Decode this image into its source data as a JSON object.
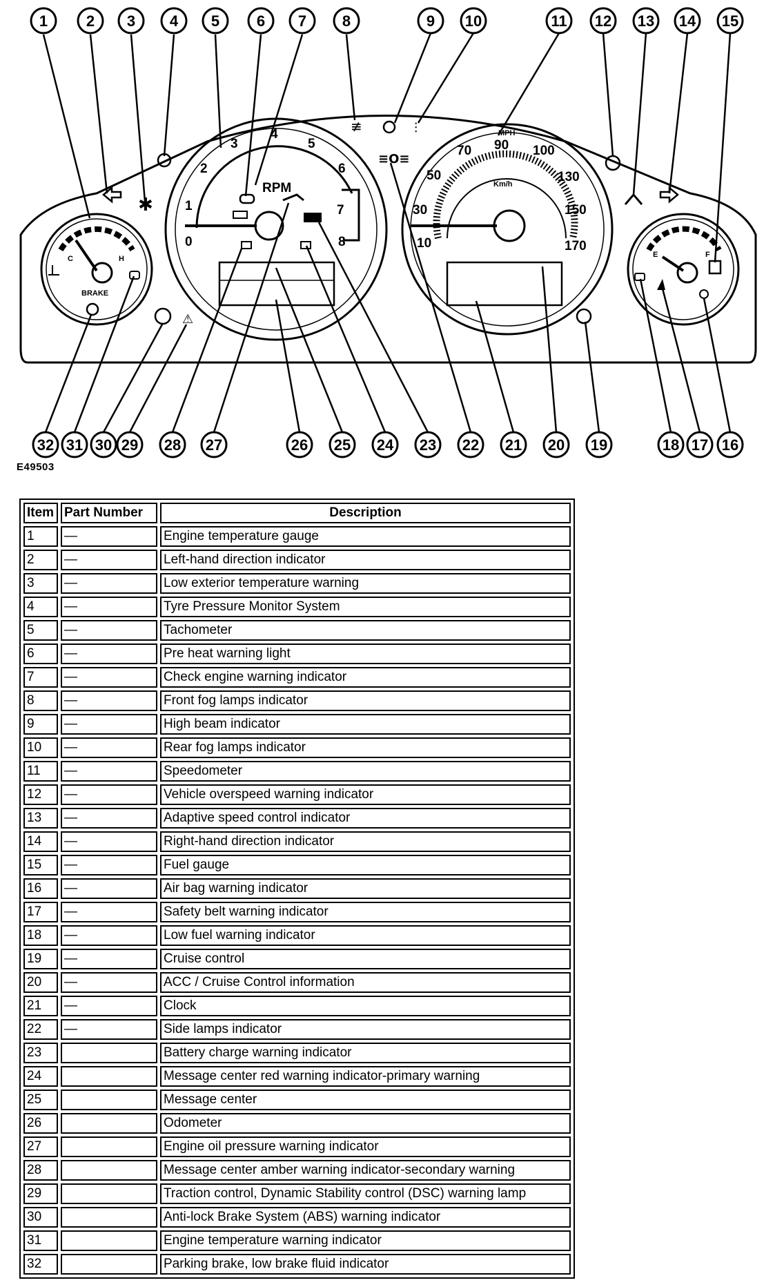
{
  "figure": {
    "code": "E49503",
    "callouts_top": [
      "1",
      "2",
      "3",
      "4",
      "5",
      "6",
      "7",
      "8",
      "9",
      "10",
      "11",
      "12",
      "13",
      "14",
      "15"
    ],
    "callouts_bottom": [
      "32",
      "31",
      "30",
      "29",
      "28",
      "27",
      "26",
      "25",
      "24",
      "23",
      "22",
      "21",
      "20",
      "19",
      "18",
      "17",
      "16"
    ],
    "tacho": {
      "unit": "RPM",
      "scale": [
        "0",
        "1",
        "2",
        "3",
        "4",
        "5",
        "6",
        "7",
        "8"
      ]
    },
    "speedo": {
      "unit_mph": "MPH",
      "unit_kmh": "Km/h",
      "scale": [
        "10",
        "30",
        "50",
        "70",
        "90",
        "100",
        "130",
        "150",
        "170"
      ]
    },
    "temp_gauge": {
      "cold": "C",
      "hot": "H",
      "brake_label": "BRAKE"
    },
    "fuel_gauge": {
      "empty": "E",
      "full": "F"
    }
  },
  "table": {
    "headers": {
      "item": "Item",
      "part": "Part Number",
      "desc": "Description"
    },
    "rows": [
      {
        "item": "1",
        "part": "—",
        "desc": "Engine temperature gauge"
      },
      {
        "item": "2",
        "part": "—",
        "desc": "Left-hand direction indicator"
      },
      {
        "item": "3",
        "part": "—",
        "desc": "Low exterior temperature warning"
      },
      {
        "item": "4",
        "part": "—",
        "desc": "Tyre Pressure Monitor System"
      },
      {
        "item": "5",
        "part": "—",
        "desc": "Tachometer"
      },
      {
        "item": "6",
        "part": "—",
        "desc": "Pre heat warning light"
      },
      {
        "item": "7",
        "part": "—",
        "desc": "Check engine warning indicator"
      },
      {
        "item": "8",
        "part": "—",
        "desc": "Front fog lamps indicator"
      },
      {
        "item": "9",
        "part": "—",
        "desc": "High beam indicator"
      },
      {
        "item": "10",
        "part": "—",
        "desc": "Rear fog lamps indicator"
      },
      {
        "item": "11",
        "part": "—",
        "desc": "Speedometer"
      },
      {
        "item": "12",
        "part": "—",
        "desc": "Vehicle overspeed warning indicator"
      },
      {
        "item": "13",
        "part": "—",
        "desc": "Adaptive speed control indicator"
      },
      {
        "item": "14",
        "part": "—",
        "desc": "Right-hand direction indicator"
      },
      {
        "item": "15",
        "part": "—",
        "desc": "Fuel gauge"
      },
      {
        "item": "16",
        "part": "—",
        "desc": "Air bag warning indicator"
      },
      {
        "item": "17",
        "part": "—",
        "desc": "Safety belt warning indicator"
      },
      {
        "item": "18",
        "part": "—",
        "desc": "Low fuel warning indicator"
      },
      {
        "item": "19",
        "part": "—",
        "desc": "Cruise control"
      },
      {
        "item": "20",
        "part": "—",
        "desc": "ACC / Cruise Control information"
      },
      {
        "item": "21",
        "part": "—",
        "desc": "Clock"
      },
      {
        "item": "22",
        "part": "—",
        "desc": "Side lamps indicator"
      },
      {
        "item": "23",
        "part": "",
        "desc": "Battery charge warning indicator"
      },
      {
        "item": "24",
        "part": "",
        "desc": "Message center red warning indicator-primary warning"
      },
      {
        "item": "25",
        "part": "",
        "desc": "Message center"
      },
      {
        "item": "26",
        "part": "",
        "desc": "Odometer"
      },
      {
        "item": "27",
        "part": "",
        "desc": "Engine oil pressure warning indicator"
      },
      {
        "item": "28",
        "part": "",
        "desc": "Message center amber warning indicator-secondary warning"
      },
      {
        "item": "29",
        "part": "",
        "desc": "Traction control, Dynamic Stability control (DSC) warning lamp"
      },
      {
        "item": "30",
        "part": "",
        "desc": "Anti-lock Brake System (ABS) warning indicator"
      },
      {
        "item": "31",
        "part": "",
        "desc": "Engine temperature warning indicator"
      },
      {
        "item": "32",
        "part": "",
        "desc": "Parking brake, low brake fluid indicator"
      }
    ]
  }
}
